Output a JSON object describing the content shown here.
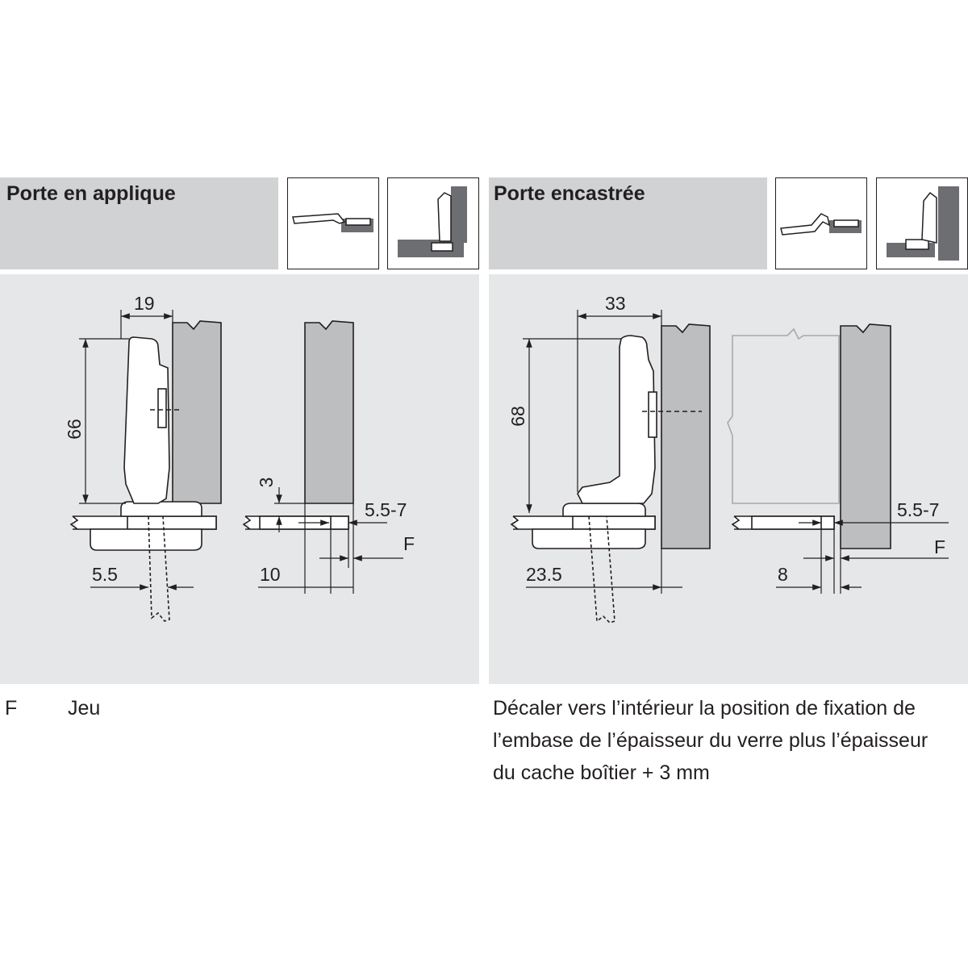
{
  "sections": [
    {
      "title": "Porte en applique"
    },
    {
      "title": "Porte encastrée"
    }
  ],
  "dimensions": {
    "left": {
      "width": "19",
      "height": "66",
      "plate_offset": "3",
      "range": "5.5-7",
      "gap": "F",
      "screw_offset": "5.5",
      "door_offset": "10"
    },
    "right": {
      "width": "33",
      "height": "68",
      "range": "5.5-7",
      "gap": "F",
      "screw_offset": "23.5",
      "door_offset": "8"
    }
  },
  "legend": {
    "symbol": "F",
    "label": "Jeu",
    "note_lines": [
      "Décaler vers l’intérieur la position de fixation de",
      "l’embase de l’épaisseur du verre plus l’épaisseur",
      "du cache boîtier + 3 mm"
    ]
  },
  "colors": {
    "header_bg": "#d1d2d4",
    "panel_bg": "#e6e7e8",
    "door_fill": "#bcbec0",
    "hinge_fill": "#ffffff",
    "line": "#231f20",
    "ghost_line": "#a7a9ac",
    "thumb_dark": "#6d6e71"
  }
}
